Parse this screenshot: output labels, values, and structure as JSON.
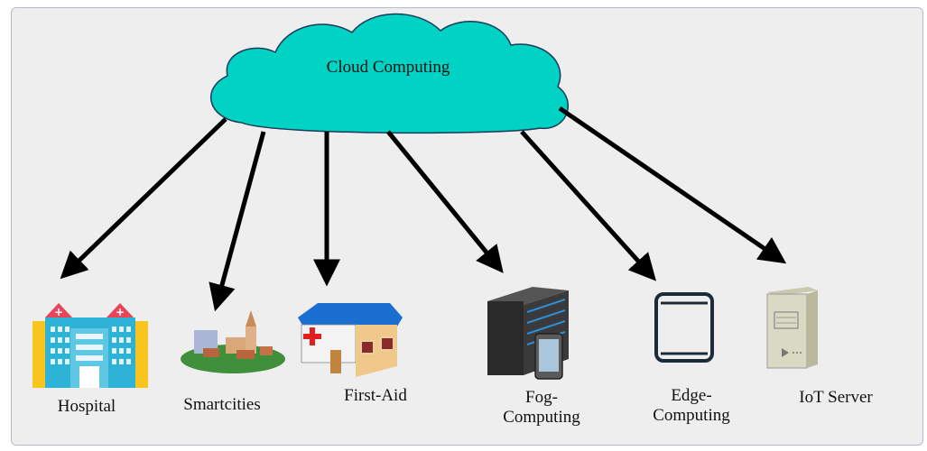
{
  "cloud": {
    "label": "Cloud Computing"
  },
  "nodes": [
    {
      "label": "Hospital"
    },
    {
      "label": "Smartcities"
    },
    {
      "label": "First-Aid"
    },
    {
      "label_line1": "Fog-",
      "label_line2": "Computing"
    },
    {
      "label_line1": "Edge-",
      "label_line2": "Computing"
    },
    {
      "label": "IoT Server"
    }
  ],
  "colors": {
    "cloud": "#00d3c4",
    "panel": "#eeeeee",
    "arrow": "#000000"
  }
}
